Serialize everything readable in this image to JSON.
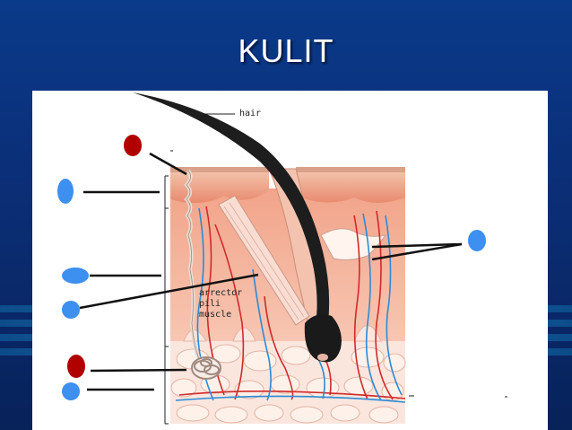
{
  "slide": {
    "title": "KULIT"
  },
  "diagram": {
    "labels": {
      "hair": "hair",
      "arrector_line1": "arrector",
      "arrector_line2": "pili",
      "arrector_line3": "muscle"
    }
  },
  "colors": {
    "background": "#0b2f78",
    "marker_red": "#b00000",
    "marker_blue": "#3d8ff0"
  }
}
